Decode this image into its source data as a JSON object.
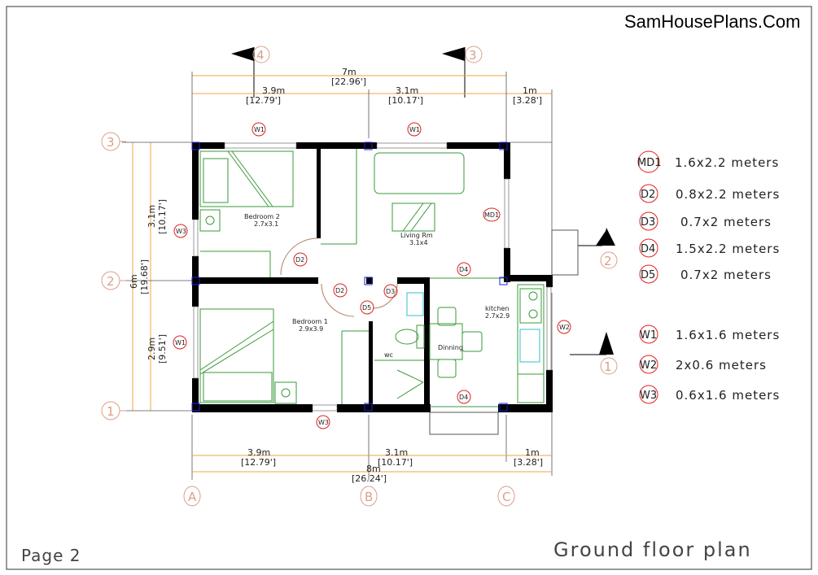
{
  "brand": "SamHousePlans.Com",
  "page_label": "Page 2",
  "drawing_title": "Ground floor plan",
  "section_markers": [
    "4",
    "3",
    "2",
    "1"
  ],
  "grid_rows": [
    "3",
    "2",
    "1"
  ],
  "grid_cols": [
    "A",
    "B",
    "C"
  ],
  "top_dims": {
    "total": {
      "m": "7m",
      "ft": "[22.96']"
    },
    "seg1": {
      "m": "3.9m",
      "ft": "[12.79']"
    },
    "seg2": {
      "m": "3.1m",
      "ft": "[10.17']"
    },
    "seg3": {
      "m": "1m",
      "ft": "[3.28']"
    }
  },
  "bottom_dims": {
    "total": {
      "m": "8m",
      "ft": "[26.24']"
    },
    "seg1": {
      "m": "3.9m",
      "ft": "[12.79']"
    },
    "seg2": {
      "m": "3.1m",
      "ft": "[10.17']"
    },
    "seg3": {
      "m": "1m",
      "ft": "[3.28']"
    }
  },
  "left_dims": {
    "total": {
      "m": "6m",
      "ft": "[19.68']"
    },
    "upper": {
      "m": "3.1m",
      "ft": "[10.17']"
    },
    "lower": {
      "m": "2.9m",
      "ft": "[9.51']"
    }
  },
  "rooms": {
    "bedroom2": {
      "name": "Bedroom  2",
      "size": "2.7x3.1"
    },
    "living": {
      "name": "Living  Rm",
      "size": "3.1x4"
    },
    "bedroom1": {
      "name": "Bedroom  1",
      "size": "2.9x3.9"
    },
    "kitchen": {
      "name": "kitchen",
      "size": "2.7x2.9"
    },
    "dining": {
      "name": "Dinning"
    },
    "wc": {
      "name": "wc"
    }
  },
  "tags": {
    "w1a": "W1",
    "w1b": "W1",
    "w1c": "W1",
    "w3a": "W3",
    "w3b": "W3",
    "w2": "W2",
    "md1": "MD1",
    "d2a": "D2",
    "d2b": "D2",
    "d3": "D3",
    "d5": "D5",
    "d4a": "D4",
    "d4b": "D4"
  },
  "legend": [
    {
      "tag": "MD1",
      "desc": "1.6x2.2  meters"
    },
    {
      "tag": "D2",
      "desc": "0.8x2.2  meters"
    },
    {
      "tag": "D3",
      "desc": "0.7x2  meters"
    },
    {
      "tag": "D4",
      "desc": "1.5x2.2  meters"
    },
    {
      "tag": "D5",
      "desc": "0.7x2  meters"
    },
    {
      "tag": "W1",
      "desc": "1.6x1.6  meters"
    },
    {
      "tag": "W2",
      "desc": "2x0.6  meters"
    },
    {
      "tag": "W3",
      "desc": "0.6x1.6  meters"
    }
  ],
  "colors": {
    "dimension": "#f5a040",
    "tag_circle": "#e02020",
    "axis": "#d9a08a",
    "furniture": "#3a9a3a",
    "column": "#2020e0"
  }
}
